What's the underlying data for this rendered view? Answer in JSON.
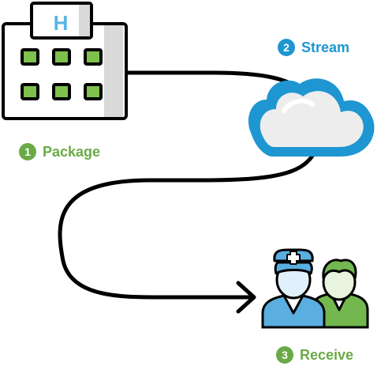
{
  "steps": [
    {
      "number": "1",
      "label": "Package",
      "color": "#6aaa46"
    },
    {
      "number": "2",
      "label": "Stream",
      "color": "#1e96d1"
    },
    {
      "number": "3",
      "label": "Receive",
      "color": "#6aaa46"
    }
  ],
  "building": {
    "sign_letter": "H",
    "sign_color": "#57b7e3",
    "window_color": "#7ec14c"
  },
  "icons": [
    "hospital-building-icon",
    "cloud-icon",
    "medical-staff-icon"
  ],
  "colors": {
    "connector": "#000000",
    "cloud_outline": "#1e96d1",
    "nurse_blue": "#5aaee0",
    "person_green": "#72b84e"
  }
}
